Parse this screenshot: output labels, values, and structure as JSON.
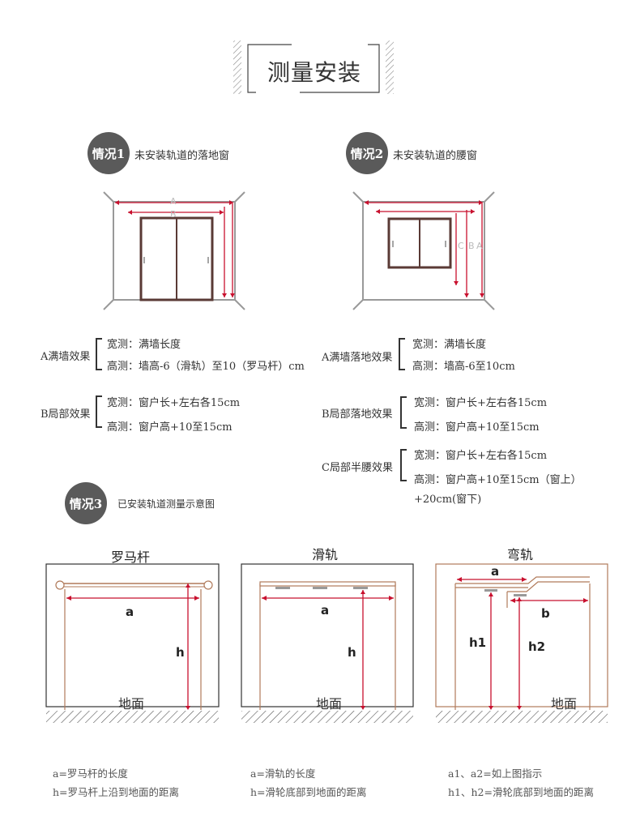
{
  "title": "测量安装",
  "cases": {
    "case1": {
      "badge": "情况1",
      "desc": "未安装轨道的落地窗",
      "labels": {
        "a": "A",
        "b": "B"
      },
      "a_label": "A满墙效果",
      "a_width": "宽测：满墙长度",
      "a_height": "高测：墙高-6（滑轨）至10（罗马杆）cm",
      "b_label": "B局部效果",
      "b_width": "宽测：窗户长+左右各15cm",
      "b_height": "高测：窗户高+10至15cm"
    },
    "case2": {
      "badge": "情况2",
      "desc": "未安装轨道的腰窗",
      "labels": {
        "c": "C",
        "b": "B",
        "a": "A"
      },
      "a_label": "A满墙落地效果",
      "a_width": "宽测：满墙长度",
      "a_height": "高测：墙高-6至10cm",
      "b_label": "B局部落地效果",
      "b_width": "宽测：窗户长+左右各15cm",
      "b_height": "高测：窗户高+10至15cm",
      "c_label": "C局部半腰效果",
      "c_width": "宽测：窗户长+左右各15cm",
      "c_height": "高测：窗户高+10至15cm（窗上）",
      "c_height2": "+20cm(窗下)"
    },
    "case3": {
      "badge": "情况3",
      "desc": "已安装轨道测量示意图"
    }
  },
  "diagrams": {
    "roman": {
      "title": "罗马杆",
      "a": "a",
      "h": "h",
      "floor": "地面",
      "note1": "a=罗马杆的长度",
      "note2": "h=罗马杆上沿到地面的距离"
    },
    "slide": {
      "title": "滑轨",
      "a": "a",
      "h": "h",
      "floor": "地面",
      "note1": "a=滑轨的长度",
      "note2": "h=滑轮底部到地面的距离"
    },
    "curve": {
      "title": "弯轨",
      "a": "a",
      "b": "b",
      "h1": "h1",
      "h2": "h2",
      "floor": "地面",
      "note1": "a1、a2=如上图指示",
      "note2": "h1、h2=滑轮底部到地面的距离"
    }
  },
  "colors": {
    "red": "#c8102e",
    "wood": "#b07a5a",
    "badge": "#5a5a5a",
    "wall": "#999999"
  }
}
